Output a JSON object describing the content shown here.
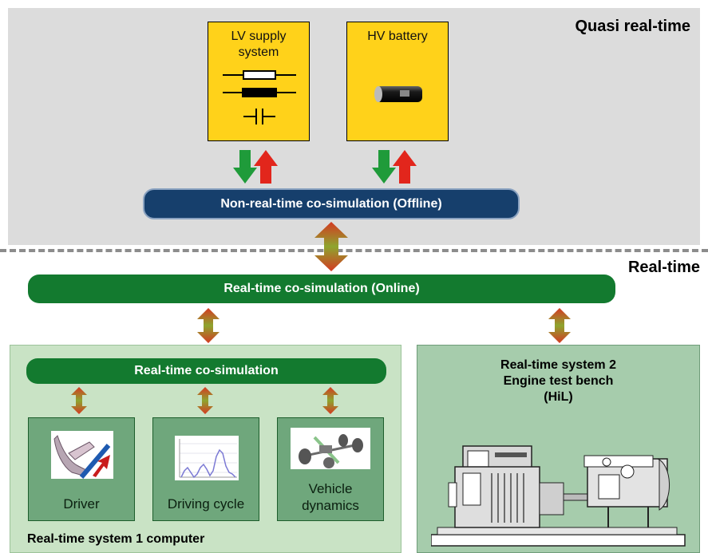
{
  "zones": {
    "quasi_label": "Quasi real-time",
    "realtime_label": "Real-time"
  },
  "quasi": {
    "lv_box": {
      "label": "LV supply system"
    },
    "hv_box": {
      "label": "HV battery"
    },
    "offline_bar": "Non-real-time co-simulation (Offline)"
  },
  "online_bar": "Real-time co-simulation (Online)",
  "system1": {
    "bar": "Real-time co-simulation",
    "footer": "Real-time system 1 computer",
    "modules": [
      {
        "label": "Driver",
        "icon": "driver-pedal-icon"
      },
      {
        "label": "Driving cycle",
        "icon": "driving-cycle-graph-icon"
      },
      {
        "label": "Vehicle dynamics",
        "icon": "vehicle-chassis-icon"
      }
    ]
  },
  "system2": {
    "title_line1": "Real-time system 2",
    "title_line2": "Engine test bench",
    "title_line3": "(HiL)",
    "icon": "engine-test-bench-icon"
  },
  "colors": {
    "quasi_bg": "#dcdcdc",
    "yellow": "#ffd21a",
    "dark_bar": "#163f6c",
    "green_bar": "#137a2f",
    "arrow_green": "#1f9b3a",
    "arrow_red": "#e2261c"
  }
}
